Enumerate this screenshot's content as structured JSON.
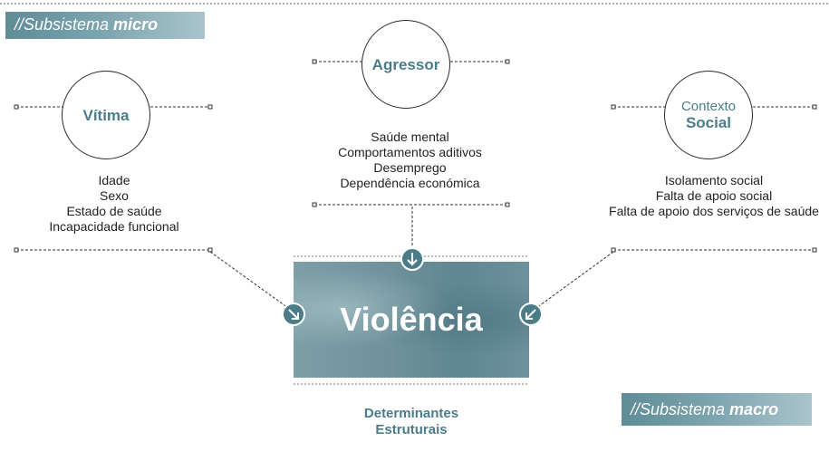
{
  "micro_banner": {
    "prefix": "//Subsistema ",
    "emph": "micro"
  },
  "macro_banner": {
    "prefix": "//Subsistema ",
    "emph": "macro"
  },
  "victim": {
    "title": "Vítima",
    "factors": [
      "Idade",
      "Sexo",
      "Estado de saúde",
      "Incapacidade funcional"
    ]
  },
  "aggressor": {
    "title": "Agressor",
    "factors": [
      "Saúde mental",
      "Comportamentos aditivos",
      "Desemprego",
      "Dependência económica"
    ]
  },
  "context": {
    "title_line1": "Contexto",
    "title_line2": "Social",
    "factors": [
      "Isolamento social",
      "Falta de apoio social",
      "Falta de apoio dos serviços de saúde"
    ]
  },
  "center": {
    "label": "Violência"
  },
  "structural": {
    "line1": "Determinantes",
    "line2": "Estruturais"
  },
  "colors": {
    "accent": "#4b7d89",
    "banner": "#6f979f",
    "line": "#2a2a2a"
  }
}
